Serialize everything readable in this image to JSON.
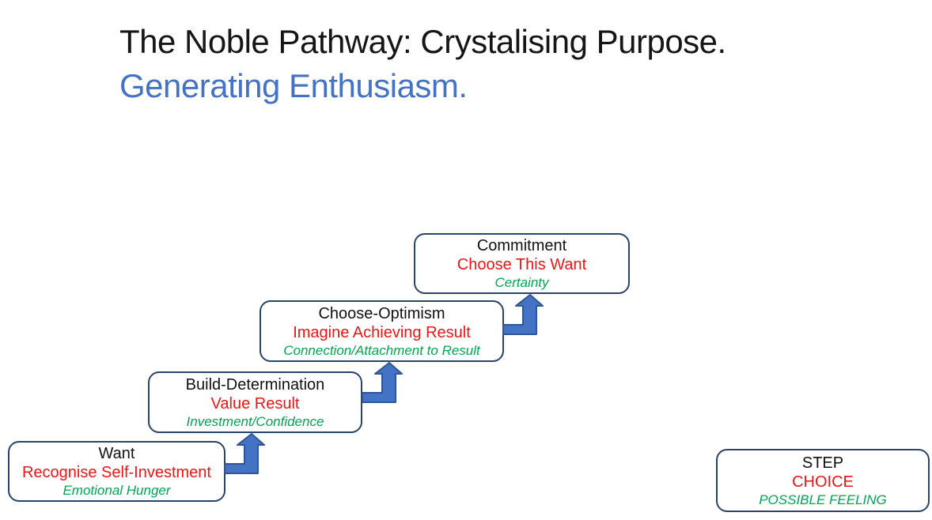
{
  "title": {
    "line1": "The Noble Pathway: Crystalising Purpose.",
    "line2": "Generating Enthusiasm."
  },
  "steps": [
    {
      "step": "Want",
      "choice": "Recognise Self-Investment",
      "feeling": "Emotional Hunger"
    },
    {
      "step": "Build-Determination",
      "choice": "Value Result",
      "feeling": "Investment/Confidence"
    },
    {
      "step": "Choose-Optimism",
      "choice": "Imagine Achieving Result",
      "feeling": "Connection/Attachment to Result"
    },
    {
      "step": "Commitment",
      "choice": "Choose This Want",
      "feeling": "Certainty"
    }
  ],
  "legend": {
    "step": "STEP",
    "choice": "CHOICE",
    "feeling": "POSSIBLE FEELING"
  },
  "colors": {
    "title_text": "#161616",
    "subtitle_text": "#4472C4",
    "step_text": "#111111",
    "choice_text": "#ED1515",
    "feeling_text": "#00A651",
    "box_border": "#2A4368",
    "arrow_fill": "#4472C4",
    "arrow_stroke": "#2F5597"
  }
}
